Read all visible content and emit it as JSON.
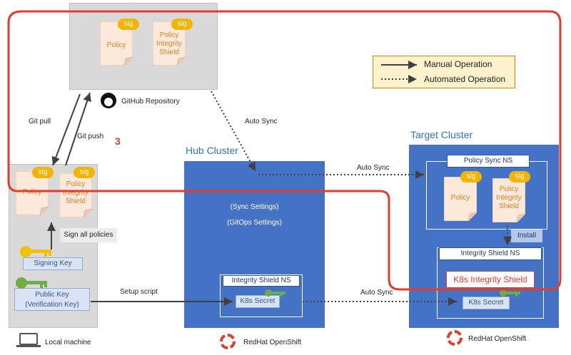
{
  "legend": {
    "manual": "Manual Operation",
    "automated": "Automated Operation"
  },
  "github": {
    "label": "GitHub Repository",
    "policy_doc": "Policy",
    "shield_doc": "Policy Integrity Shield",
    "sig": "sig"
  },
  "local": {
    "label": "Local machine",
    "policy_doc": "Policy",
    "shield_doc": "Policy Integrity Shield",
    "sig": "sig",
    "sign_all": "Sign all policies",
    "signing_key": "Signing Key",
    "public_key_line1": "Public Key",
    "public_key_line2": "(Verification Key)"
  },
  "hub": {
    "title": "Hub Cluster",
    "sync_settings": "(Sync Settings)",
    "gitops_settings": "(GitOps Settings)",
    "ns_title": "Integrity Shield NS",
    "secret": "K8s Secret",
    "openshift": "RedHat OpenShift"
  },
  "target": {
    "title": "Target Cluster",
    "policy_sync_ns": "Policy Sync NS",
    "policy_doc": "Policy",
    "shield_doc": "Policy Integrity Shield",
    "sig": "sig",
    "install": "Install",
    "ns_title": "Integrity Shield NS",
    "k8s_shield": "K8s Integrity Shield",
    "secret": "K8s Secret",
    "openshift": "RedHat OpenShift"
  },
  "arrows": {
    "git_pull": "Git pull",
    "git_push": "Git push",
    "auto_sync_1": "Auto Sync",
    "auto_sync_2": "Auto Sync",
    "auto_sync_3": "Auto Sync",
    "setup_script": "Setup script",
    "step_number": "3"
  },
  "colors": {
    "highlight": "#e03c31",
    "cluster_blue": "#4472c4",
    "grey_panel": "#d9d9d9",
    "sig_badge": "#f2b400",
    "doc_fill": "#fde9d9"
  }
}
